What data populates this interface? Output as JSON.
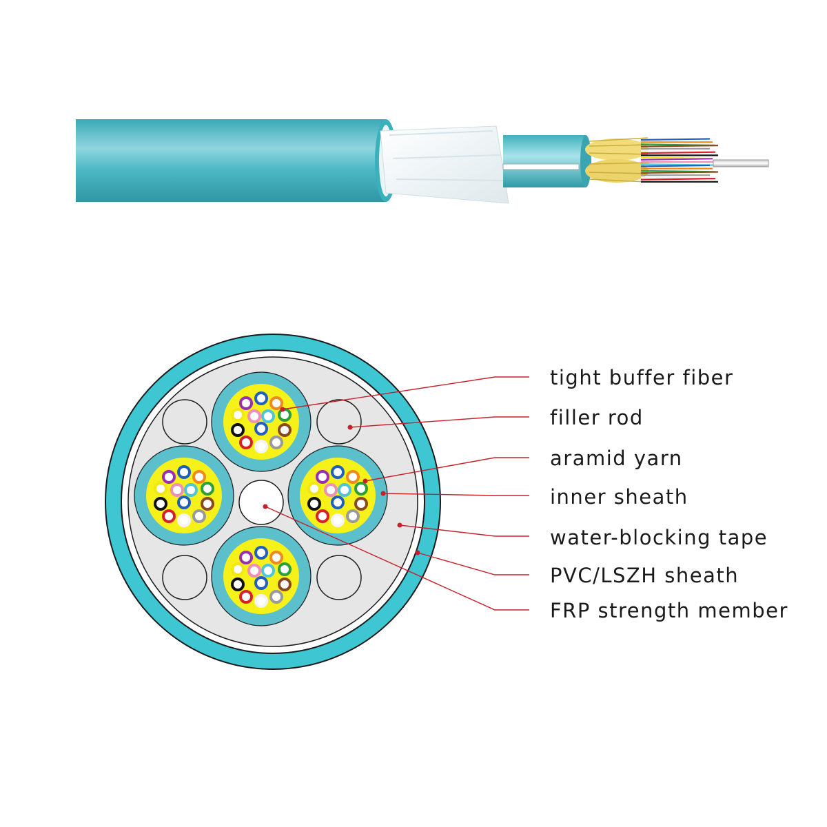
{
  "labels": [
    {
      "id": "tight-buffer-fiber",
      "text": "tight buffer fiber"
    },
    {
      "id": "filler-rod",
      "text": "filler rod"
    },
    {
      "id": "aramid-yarn",
      "text": "aramid yarn"
    },
    {
      "id": "inner-sheath",
      "text": "inner sheath"
    },
    {
      "id": "water-blocking-tape",
      "text": "water-blocking tape"
    },
    {
      "id": "pvc-lszh-sheath",
      "text": "PVC/LSZH sheath"
    },
    {
      "id": "frp-strength-member",
      "text": "FRP strength member"
    }
  ],
  "colors": {
    "outer_sheath": "#3fc6d3",
    "inner_sheath": "#5cc0cc",
    "cable_body": "#4fb9c6",
    "aramid_yarn": "#f7f11a",
    "filler_rod": "#e6e6e6",
    "callout_line": "#c8202a",
    "fiber_colors": [
      "#1f5fbf",
      "#f08a1c",
      "#2e9e3a",
      "#8b4a1e",
      "#9a9a9a",
      "#f4f4f4",
      "#d8202a",
      "#111111",
      "#f2e80f",
      "#9b2fb4",
      "#ef8fb5",
      "#4fc6d6"
    ]
  }
}
